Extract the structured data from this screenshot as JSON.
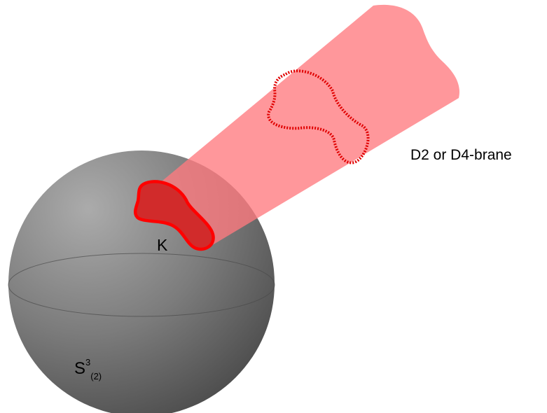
{
  "labels": {
    "brane": "D2 or D4-brane",
    "knot": "K",
    "sphere_base": "S",
    "sphere_sup": "3",
    "sphere_sub": "(2)"
  },
  "colors": {
    "sphere_light": "#a9a9a9",
    "sphere_dark": "#5a5a5a",
    "brane_fill": "#ff8a8e",
    "knot_stroke": "#ff0000",
    "knot_fill": "#d42b2b"
  }
}
